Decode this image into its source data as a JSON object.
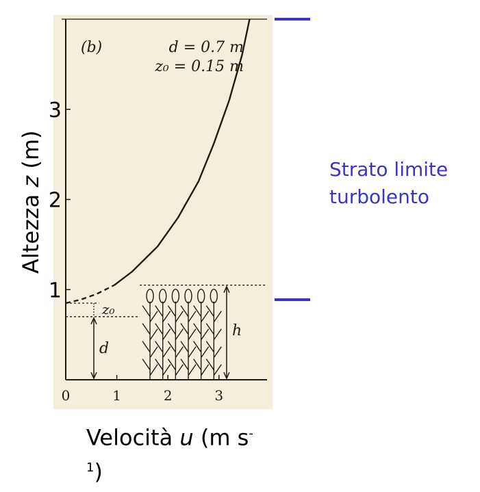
{
  "chart_data": {
    "type": "line",
    "panel_label": "(b)",
    "params": [
      "d = 0.7 m",
      "z₀ = 0.15 m"
    ],
    "x_ticks": [
      0,
      1,
      2,
      3
    ],
    "x_tick_labels": [
      "0",
      "1",
      "2",
      "3"
    ],
    "xlim": [
      0,
      3.7
    ],
    "y_ticks": [
      1,
      2,
      3
    ],
    "y_tick_labels": [
      "1",
      "2",
      "3"
    ],
    "ylim": [
      0,
      4.0
    ],
    "profile_solid": {
      "x": [
        0.95,
        1.3,
        1.8,
        2.2,
        2.6,
        2.9,
        3.2,
        3.45,
        3.6
      ],
      "y": [
        1.05,
        1.2,
        1.48,
        1.8,
        2.2,
        2.62,
        3.1,
        3.6,
        4.0
      ]
    },
    "profile_dashed": {
      "x": [
        0.0,
        0.3,
        0.6,
        0.95
      ],
      "y": [
        0.85,
        0.89,
        0.95,
        1.05
      ]
    },
    "annotations": {
      "z0_label": "z₀",
      "d_label": "d",
      "h_label": "h",
      "z0_level": 0.7,
      "canopy_top": 1.05
    },
    "xlabel_pre": "Velocità ",
    "xlabel_var": "u",
    "xlabel_post": " (m s",
    "xlabel_sup": "-1",
    "xlabel_end": ")",
    "ylabel_pre": "Altezza ",
    "ylabel_var": "z",
    "ylabel_post": " (m)"
  },
  "side_label": {
    "line1": "Strato limite",
    "line2": "turbolento"
  },
  "colors": {
    "paper": "#f4eedd",
    "ink": "#1f1a14",
    "marker": "#3a35c8"
  }
}
